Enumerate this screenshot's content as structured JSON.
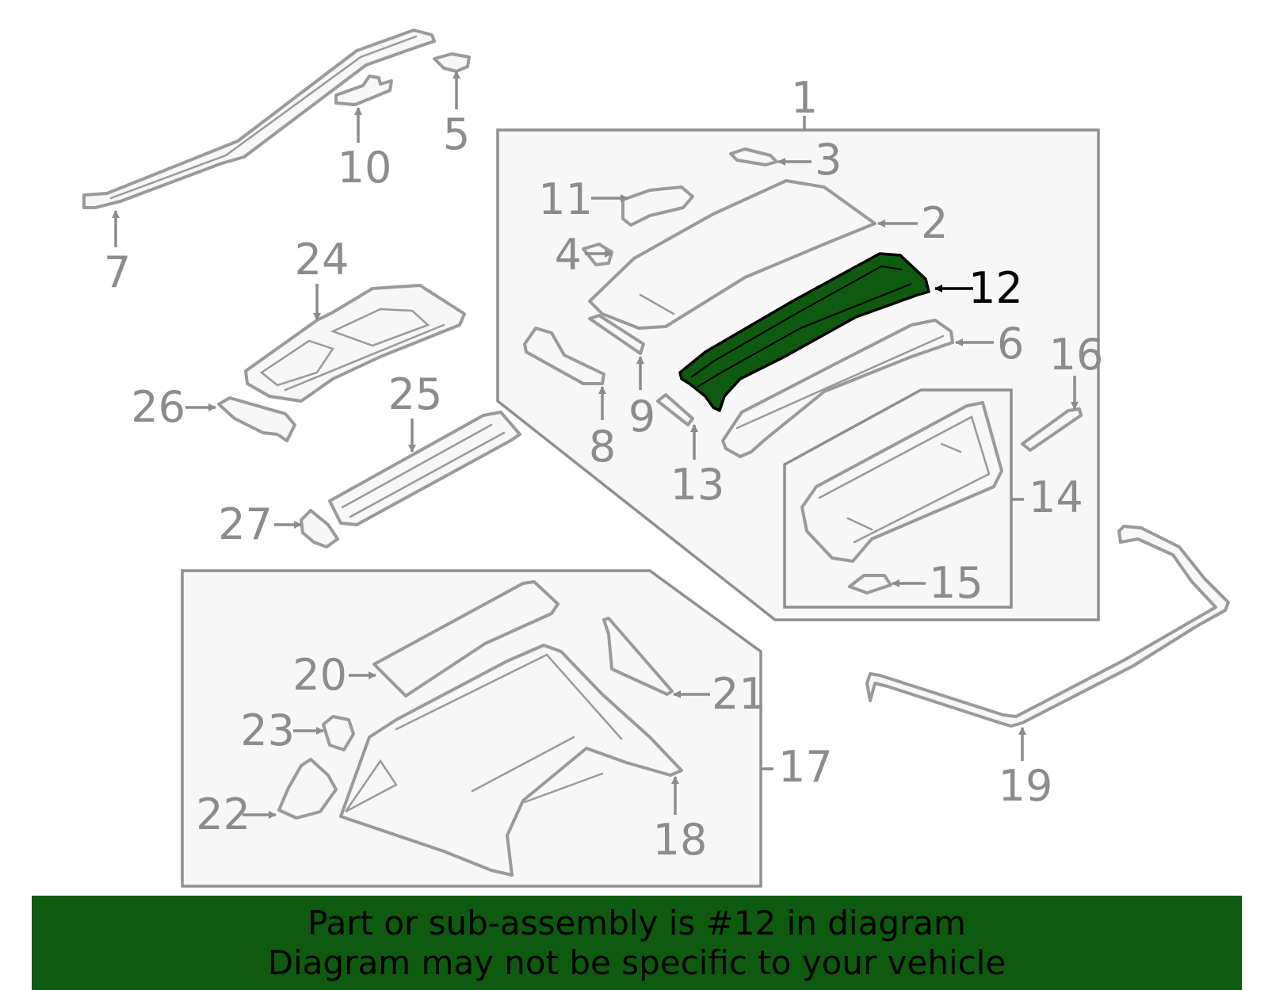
{
  "highlight_color": "#0e5a0e",
  "highlighted_part": "12",
  "labels": {
    "l1": "1",
    "l2": "2",
    "l3": "3",
    "l4": "4",
    "l5": "5",
    "l6": "6",
    "l7": "7",
    "l8": "8",
    "l9": "9",
    "l10": "10",
    "l11": "11",
    "l12": "12",
    "l13": "13",
    "l14": "14",
    "l15": "15",
    "l16": "16",
    "l17": "17",
    "l18": "18",
    "l19": "19",
    "l20": "20",
    "l21": "21",
    "l22": "22",
    "l23": "23",
    "l24": "24",
    "l25": "25",
    "l26": "26",
    "l27": "27"
  },
  "banner": {
    "line1": "Part or sub-assembly is #12 in diagram",
    "line2": "Diagram may not be specific to your vehicle"
  }
}
